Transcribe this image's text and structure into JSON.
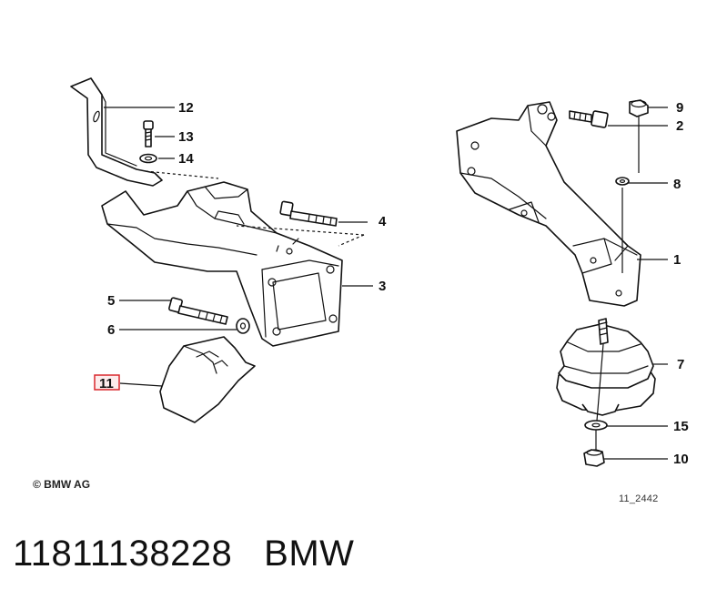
{
  "callouts": {
    "c1": "1",
    "c2": "2",
    "c3": "3",
    "c4": "4",
    "c5": "5",
    "c6": "6",
    "c7": "7",
    "c8": "8",
    "c9": "9",
    "c10": "10",
    "c11": "11",
    "c12": "12",
    "c13": "13",
    "c14": "14",
    "c15": "15"
  },
  "highlight_color": "#d9262c",
  "copyright": "© BMW AG",
  "diagram_id": "11_2442",
  "footer": {
    "part_number": "11811138228",
    "brand": "BMW"
  }
}
